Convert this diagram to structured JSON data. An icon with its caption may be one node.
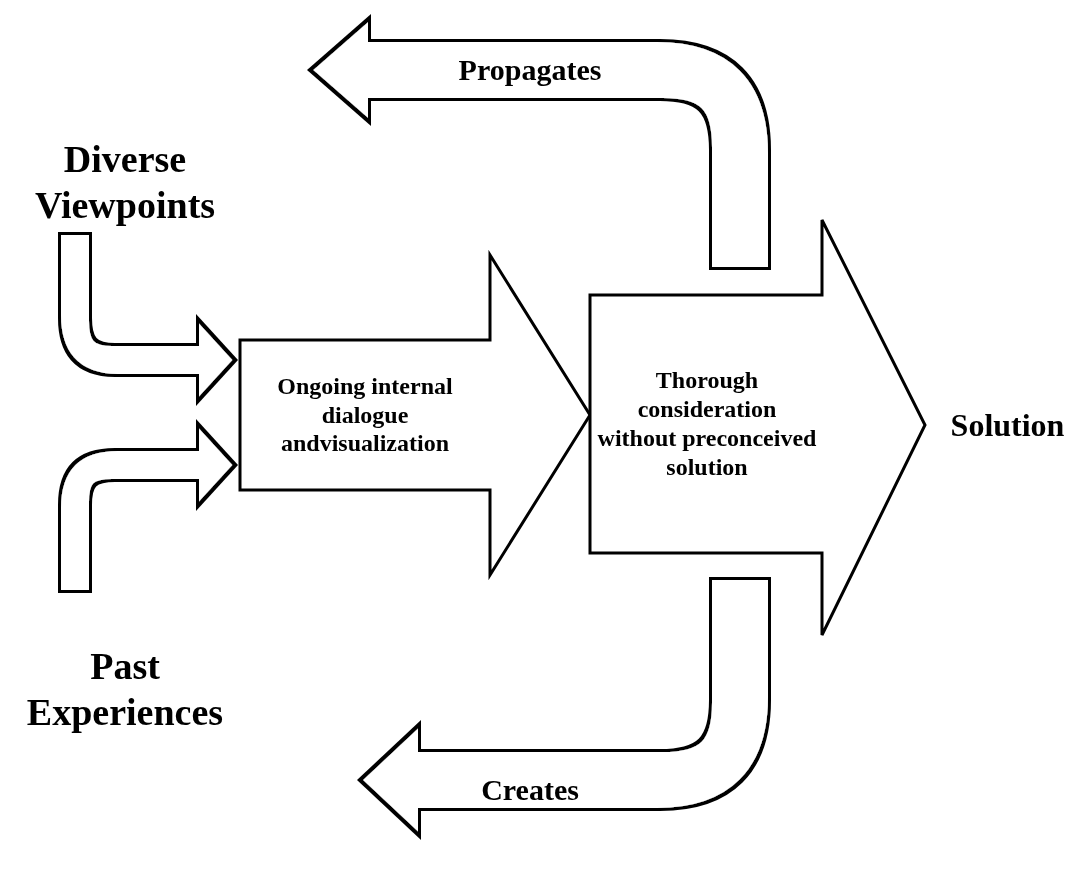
{
  "diagram": {
    "nodes": [
      {
        "text": [
          "Diverse Viewpoints"
        ]
      },
      {
        "text": [
          "Past Experiences"
        ]
      },
      {
        "text": [
          "Ongoing internal dialogue andvisualization"
        ]
      },
      {
        "text": [
          "Thorough consideration without preconceived solution"
        ]
      },
      {
        "text": [
          "Solution"
        ]
      }
    ],
    "edges": [
      {
        "from": 0,
        "to": 2,
        "arrow": "to"
      },
      {
        "from": 1,
        "to": 2,
        "arrow": "to"
      },
      {
        "from": 3,
        "to": 0,
        "arrow": "to",
        "label": "Propagates",
        "style": "thick"
      },
      {
        "from": 3,
        "to": 1,
        "arrow": "to",
        "label": "Creates",
        "style": "thick"
      }
    ]
  }
}
